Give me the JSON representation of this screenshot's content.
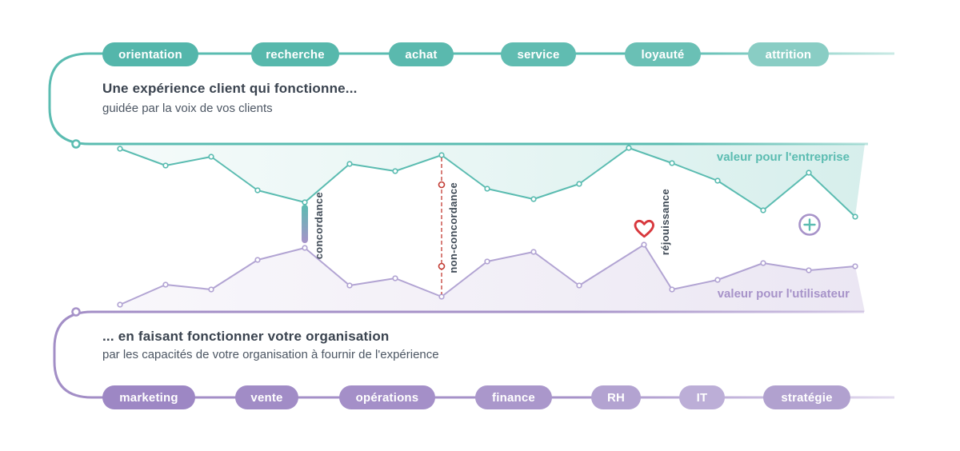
{
  "colors": {
    "teal": "#5bbcb1",
    "purple": "#a793c9",
    "purple_line": "#b2a4d3",
    "red_heart": "#d8383d",
    "red_dashed": "#c23b33",
    "title_text": "#3a434f",
    "subtitle_text": "#4c5663"
  },
  "customer_journey": {
    "stages": [
      "orientation",
      "recherche",
      "achat",
      "service",
      "loyauté",
      "attrition"
    ],
    "title": "Une expérience client qui fonctionne...",
    "subtitle": "guidée par la voix de vos clients"
  },
  "organisation": {
    "departments": [
      "marketing",
      "vente",
      "opérations",
      "finance",
      "RH",
      "IT",
      "stratégie"
    ],
    "title": "... en faisant fonctionner votre organisation",
    "subtitle": "par les capacités de votre organisation à fournir de l'expérience"
  },
  "chart_data": {
    "type": "line",
    "series": [
      {
        "name": "valeur pour l'entreprise",
        "color": "#5bbcb1",
        "baseline_y": 180,
        "points": [
          [
            150,
            186
          ],
          [
            207,
            207
          ],
          [
            264,
            196
          ],
          [
            322,
            238
          ],
          [
            381,
            253
          ],
          [
            437,
            205
          ],
          [
            494,
            214
          ],
          [
            552,
            194
          ],
          [
            609,
            236
          ],
          [
            667,
            249
          ],
          [
            724,
            230
          ],
          [
            786,
            185
          ],
          [
            840,
            204
          ],
          [
            897,
            226
          ],
          [
            954,
            263
          ],
          [
            1011,
            216
          ],
          [
            1069,
            271
          ]
        ]
      },
      {
        "name": "valeur pour l'utilisateur",
        "color": "#b2a4d3",
        "baseline_y": 390,
        "points": [
          [
            150,
            381
          ],
          [
            207,
            356
          ],
          [
            264,
            362
          ],
          [
            322,
            325
          ],
          [
            381,
            310
          ],
          [
            437,
            357
          ],
          [
            494,
            348
          ],
          [
            552,
            371
          ],
          [
            609,
            327
          ],
          [
            667,
            315
          ],
          [
            724,
            357
          ],
          [
            805,
            306
          ],
          [
            840,
            362
          ],
          [
            897,
            350
          ],
          [
            954,
            329
          ],
          [
            1011,
            338
          ],
          [
            1069,
            333
          ]
        ]
      }
    ]
  },
  "annotations": {
    "concordance": "concordance",
    "non_concordance": "non-concordance",
    "rejouissance": "réjouissance"
  }
}
